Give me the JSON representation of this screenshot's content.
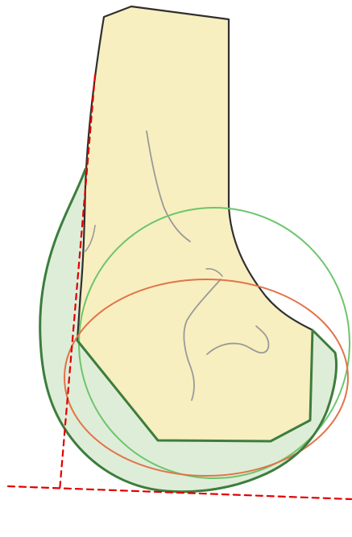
{
  "diagram": {
    "type": "anatomical-line-diagram",
    "colors": {
      "background": "#ffffff",
      "bone_fill": "#f7efbf",
      "bone_outline": "#2f2f2f",
      "bone_texture": "#9a9a9a",
      "soft_tissue_fill": "#dcecd6",
      "soft_tissue_outline": "#3d7d3d",
      "large_circle": "#6cc56c",
      "ellipse": "#e2734a",
      "reference_lines": "#e00000"
    },
    "elements": [
      "bone-outline",
      "soft-tissue-region",
      "large-fitted-circle",
      "fitted-ellipse",
      "vertical-reference-line",
      "horizontal-reference-line",
      "bone-texture-lines"
    ]
  }
}
